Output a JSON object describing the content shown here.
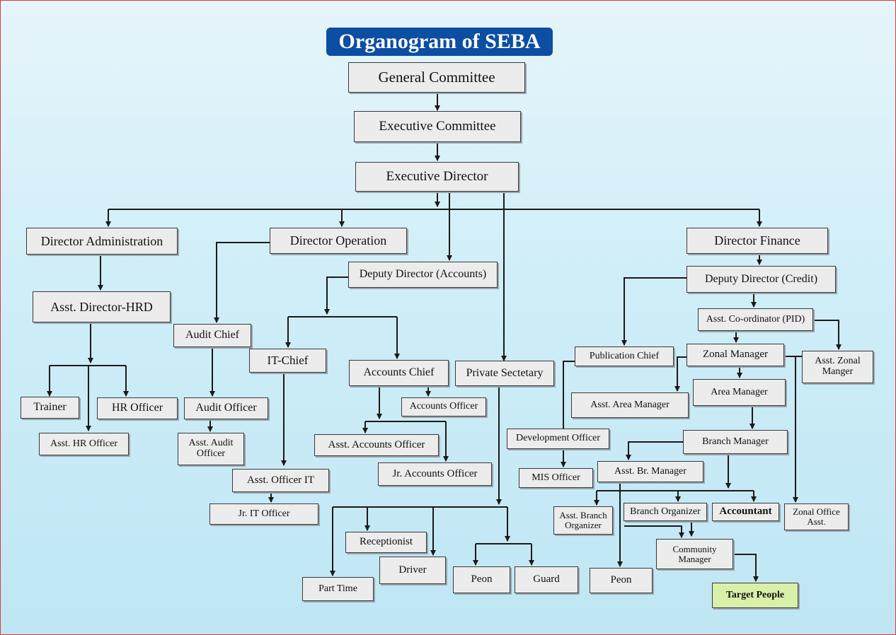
{
  "title": "Organogram of SEBA",
  "colors": {
    "title_bg": "#0b4ea2",
    "box_bg": "#ececec",
    "target_bg": "#d8f0a8",
    "line": "#1a1a1a"
  },
  "nodes": {
    "general_committee": "General Committee",
    "executive_committee": "Executive Committee",
    "executive_director": "Executive Director",
    "director_administration": "Director Administration",
    "director_operation": "Director Operation",
    "director_finance": "Director Finance",
    "deputy_director_accounts": "Deputy Director (Accounts)",
    "asst_director_hrd": "Asst. Director-HRD",
    "audit_chief": "Audit Chief",
    "it_chief": "IT-Chief",
    "accounts_chief": "Accounts Chief",
    "private_secretary": "Private Sectetary",
    "trainer": "Trainer",
    "hr_officer": "HR Officer",
    "asst_hr_officer": "Asst. HR Officer",
    "audit_officer": "Audit Officer",
    "asst_audit_officer": "Asst. Audit Officer",
    "accounts_officer": "Accounts Officer",
    "asst_accounts_officer": "Asst. Accounts Officer",
    "jr_accounts_officer": "Jr. Accounts Officer",
    "asst_officer_it": "Asst. Officer IT",
    "jr_it_officer": "Jr. IT Officer",
    "receptionist": "Receptionist",
    "driver": "Driver",
    "part_time": "Part Time",
    "peon_1": "Peon",
    "guard": "Guard",
    "deputy_director_credit": "Deputy Director (Credit)",
    "asst_coordinator_pid": "Asst. Co-ordinator (PID)",
    "publication_chief": "Publication Chief",
    "zonal_manager": "Zonal Manager",
    "asst_zonal_manager": "Asst. Zonal Manger",
    "asst_area_manager": "Asst. Area Manager",
    "area_manager": "Area Manager",
    "development_officer": "Development Officer",
    "branch_manager": "Branch Manager",
    "mis_officer": "MIS Officer",
    "asst_br_manager": "Asst. Br. Manager",
    "asst_branch_organizer": "Asst. Branch Organizer",
    "branch_organizer": "Branch Organizer",
    "accountant": "Accountant",
    "zonal_office_asst": "Zonal Office Asst.",
    "community_manager": "Community Manager",
    "peon_2": "Peon",
    "target_people": "Target People"
  }
}
